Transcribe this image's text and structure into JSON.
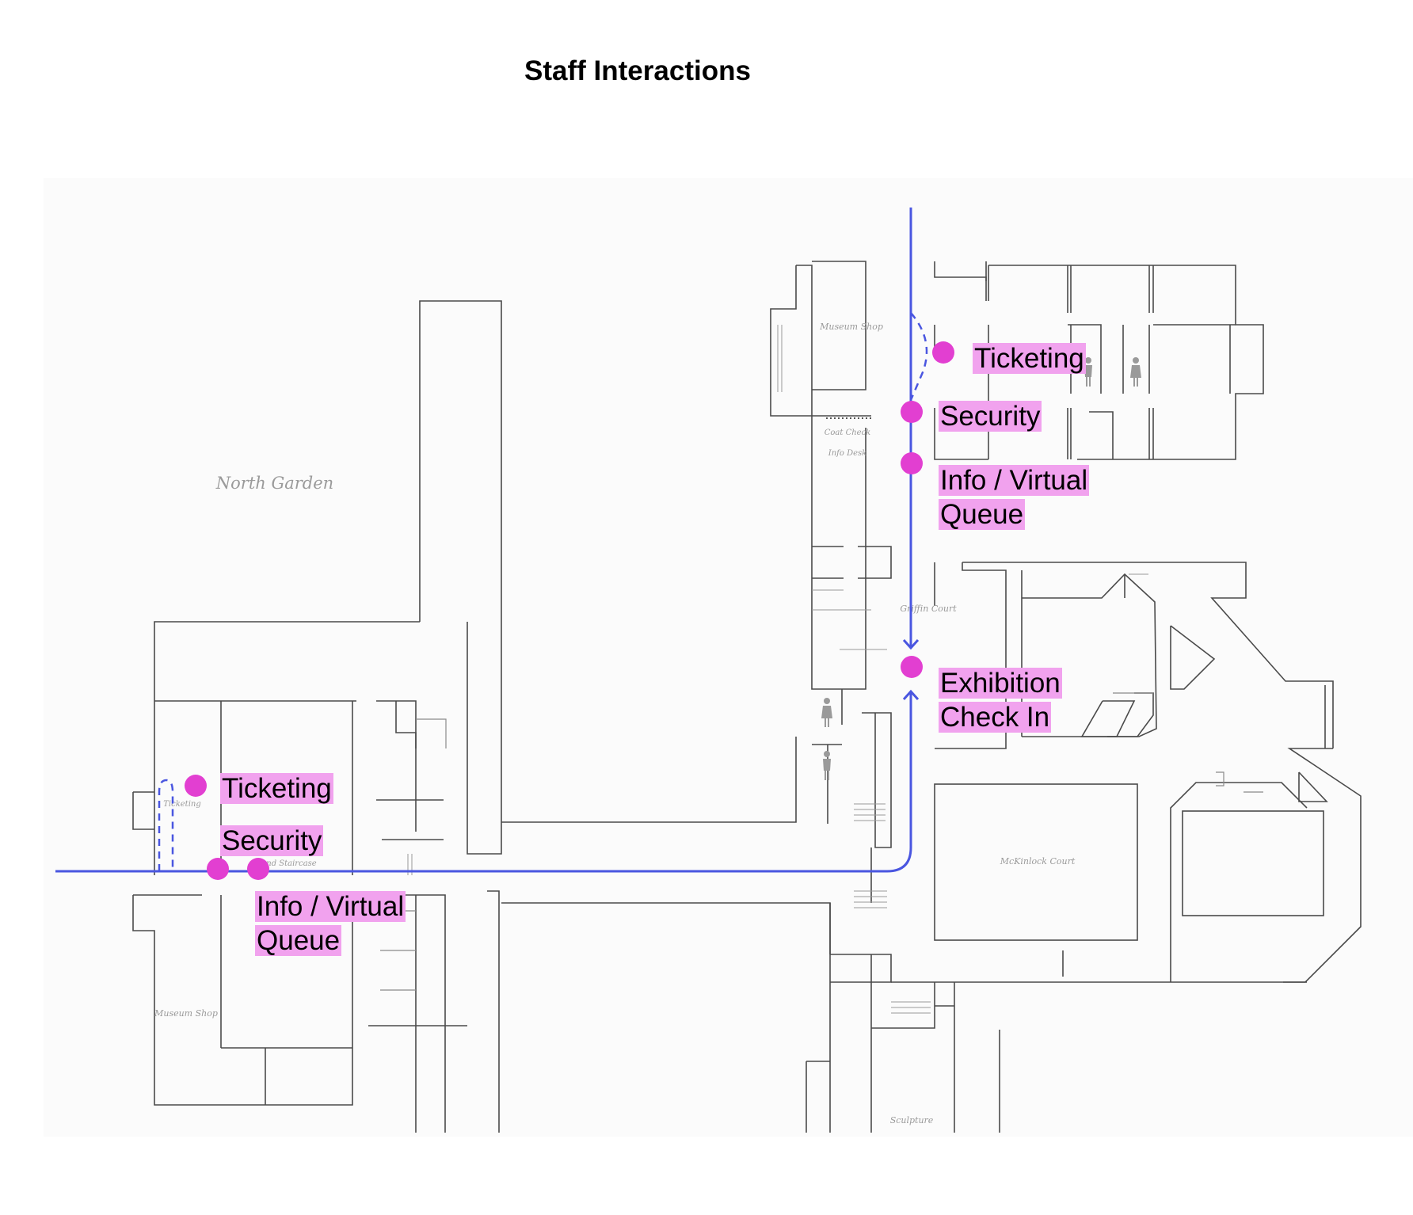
{
  "title": "Staff Interactions",
  "colors": {
    "route": "#4a56e0",
    "marker": "#e23fd1",
    "label_bg": "#f1a2ee",
    "walls": "#4a4a4a",
    "room_text": "#9a9a9a"
  },
  "rooms": {
    "north_garden": "North Garden",
    "museum_shop_east": "Museum Shop",
    "museum_shop_west": "Museum Shop",
    "coat_check": "Coat Check",
    "info_desk": "Info Desk",
    "griffin_court": "Griffin Court",
    "mckinlock_court": "McKinlock Court",
    "grand_staircase": "and Staircase",
    "ticketing_small": "Ticketing",
    "sculpture": "Sculpture"
  },
  "callouts": {
    "east_ticketing": "Ticketing",
    "east_security": "Security",
    "east_info": "Info / Virtual Queue",
    "exhibition": "Exhibition Check In",
    "west_ticketing": "Ticketing",
    "west_security": "Security",
    "west_info": "Info / Virtual Queue"
  },
  "icons": [
    "restroom-icon",
    "marker-dot-icon",
    "route-arrow-icon"
  ]
}
